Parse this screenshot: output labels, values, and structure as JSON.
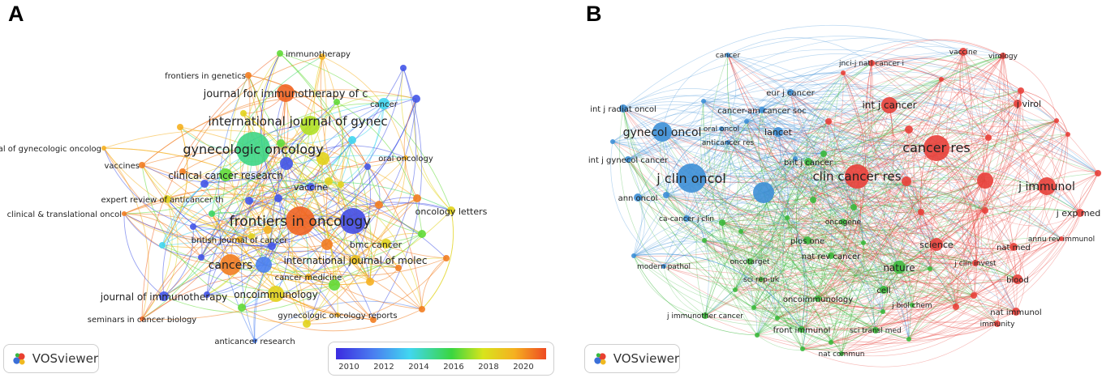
{
  "panels": {
    "a": "A",
    "b": "B"
  },
  "vosviewer_label": "VOSviewer",
  "colorbar": {
    "ticks": [
      "2010",
      "2012",
      "2014",
      "2016",
      "2018",
      "2020"
    ],
    "min_year": 2009,
    "max_year": 2021
  },
  "map_a_labels": [
    "immunotherapy",
    "frontiers in genetics",
    "journal for immunotherapy of c",
    "cancer",
    "international journal of gynec",
    "journal of gynecologic oncolog",
    "gynecologic oncology",
    "oral oncology",
    "vaccines",
    "clinical cancer research",
    "vaccine",
    "expert review of anticancer th",
    "frontiers in oncology",
    "oncology letters",
    "clinical & translational oncol",
    "british journal of cancer",
    "bmc cancer",
    "cancers",
    "international journal of molec",
    "cancer medicine",
    "oncoimmunology",
    "journal of immunotherapy",
    "gynecologic oncology reports",
    "seminars in cancer biology",
    "anticancer research"
  ],
  "map_b_labels": [
    "cancer",
    "jnci-j natl cancer i",
    "vaccine",
    "virology",
    "int j radiat oncol",
    "eur j cancer",
    "cancer-am cancer soc",
    "int j cancer",
    "j virol",
    "gynecol oncol",
    "oral oncol",
    "lancet",
    "anticancer res",
    "cancer res",
    "int j gynecol cancer",
    "brit j cancer",
    "j clin oncol",
    "clin cancer res",
    "j immunol",
    "ann oncol",
    "j exp med",
    "ca-cancer j clin",
    "oncogene",
    "plos one",
    "nat med",
    "annu rev immunol",
    "science",
    "nat rev cancer",
    "oncotarget",
    "modern pathol",
    "nature",
    "j clin invest",
    "sci rep-uk",
    "blood",
    "cell",
    "oncoimmunology",
    "j biol chem",
    "nat immunol",
    "j immunother cancer",
    "immunity",
    "front immunol",
    "sci transl med",
    "nat commun"
  ],
  "clusters": {
    "red": "#e8403a",
    "blue": "#3d8fd6",
    "green": "#3cb83c"
  }
}
